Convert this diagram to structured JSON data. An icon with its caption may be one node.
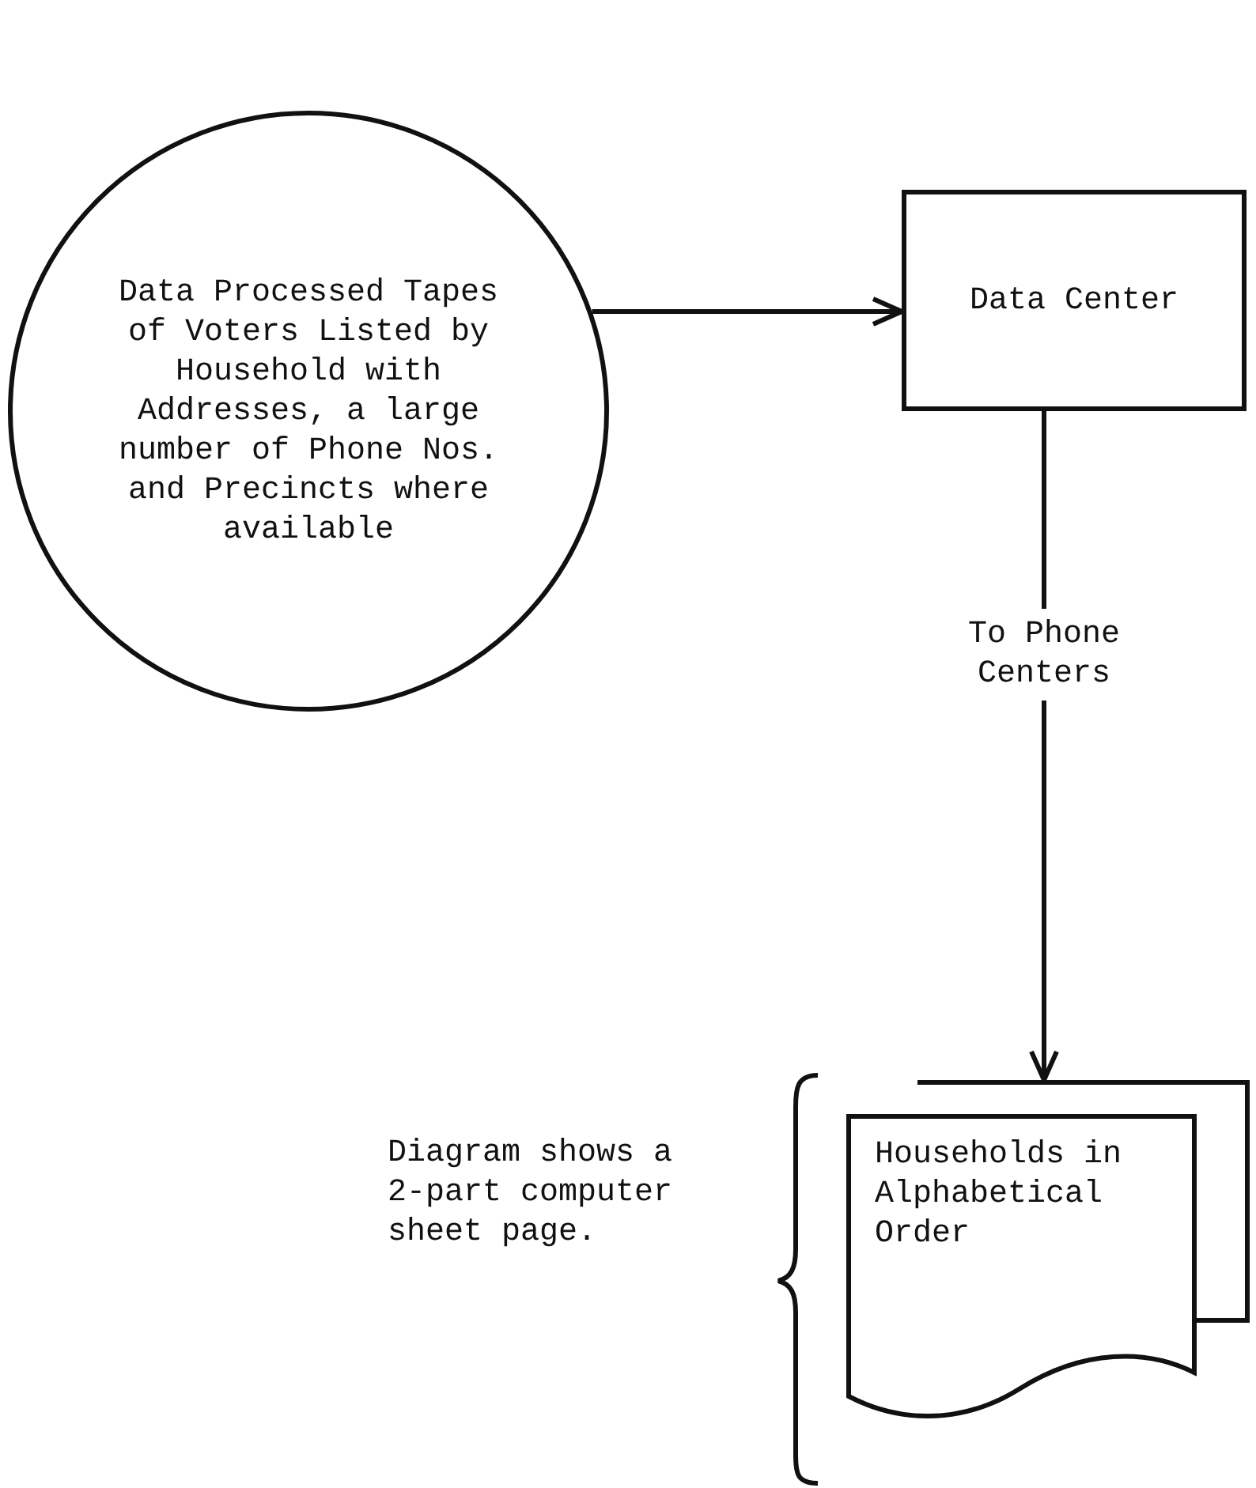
{
  "diagram": {
    "nodes": [
      {
        "text": [
          "Data Processed Tapes of Voters Listed by Household with Addresses, a large number of Phone Nos. and Precincts where available"
        ]
      },
      {
        "text": [
          "Data Center"
        ]
      },
      {
        "text": [
          "Households in Alphabetical Order"
        ]
      }
    ],
    "edges": [
      {
        "from": 0,
        "to": 1,
        "arrow": "to"
      },
      {
        "from": 1,
        "to": 2,
        "arrow": "to",
        "label": "To Phone Centers"
      }
    ],
    "labels": [
      "Diagram shows a 2-part computer sheet page."
    ]
  }
}
